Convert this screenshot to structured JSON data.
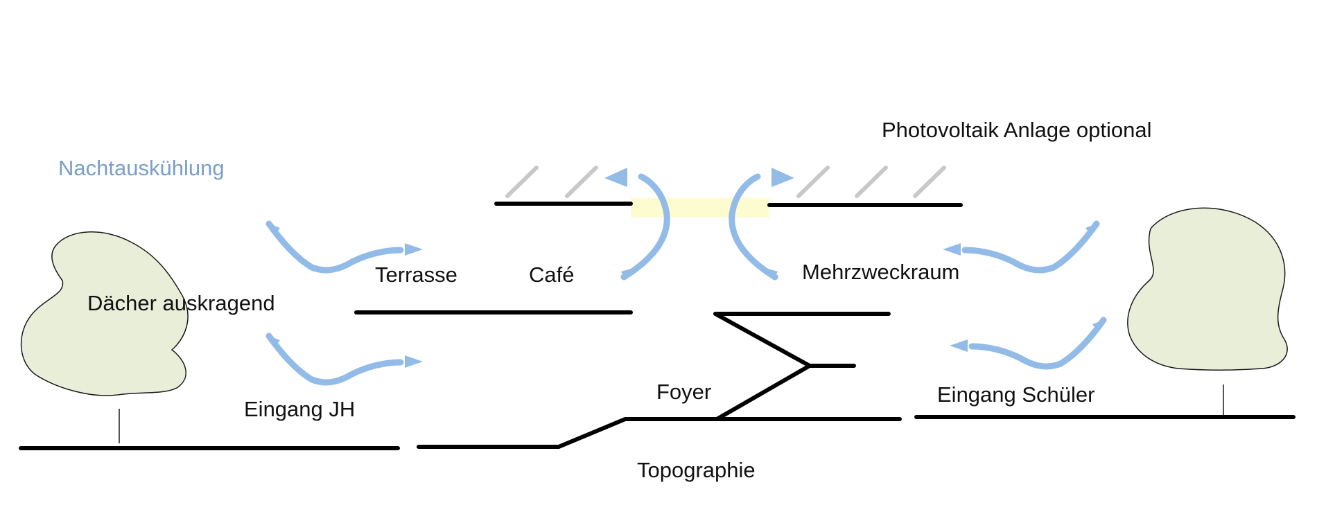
{
  "labels": {
    "night_cooling": "Nachtauskühlung",
    "photovoltaics": "Photovoltaik Anlage optional",
    "roofs": "Dächer auskragend",
    "terrace": "Terrasse",
    "cafe": "Café",
    "multipurpose_room": "Mehrzweckraum",
    "foyer": "Foyer",
    "entrance_jh": "Eingang JH",
    "entrance_students": "Eingang Schüler",
    "topography": "Topographie"
  },
  "colors": {
    "accent_text": "#7a9fc6",
    "airflow": "#92bbe8",
    "tree_fill": "#e8eed8",
    "skylight": "#fdfbd0",
    "pv_panel": "#c8c8c8",
    "structure": "#000000"
  },
  "icons": [
    "tree-icon",
    "airflow-arrow-icon",
    "solar-panel-icon",
    "skylight-icon"
  ]
}
